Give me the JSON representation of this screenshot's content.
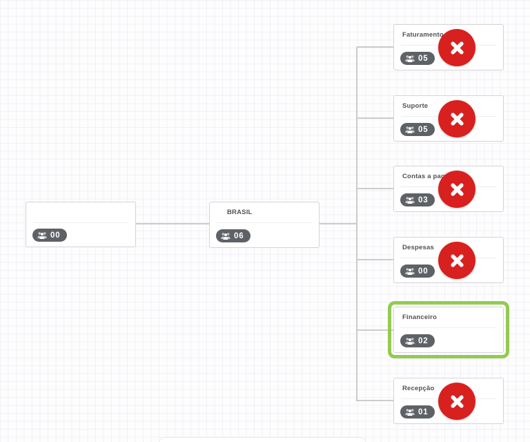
{
  "canvas": {
    "background": "#fdfdfe",
    "grid_line_color": "#f1f1f6"
  },
  "colors": {
    "node_border": "#d4d4d8",
    "badge_background": "#5e6267",
    "delete_button_red": "#d8201f",
    "selection_green": "#94ca52",
    "connector_gray": "#cccccc",
    "title_text": "#505156"
  },
  "icons": {
    "users": "users-icon",
    "delete": "close-x-icon"
  },
  "nodes": {
    "root": {
      "title": "",
      "count": "00",
      "selected": false,
      "has_delete_button": false
    },
    "brasil": {
      "title": "BRASIL",
      "count": "06",
      "selected": false,
      "has_delete_button": false
    },
    "children": [
      {
        "title": "Faturamento",
        "count": "05",
        "selected": false,
        "has_delete_button": true
      },
      {
        "title": "Suporte",
        "count": "05",
        "selected": false,
        "has_delete_button": true
      },
      {
        "title": "Contas a pagar",
        "count": "03",
        "selected": false,
        "has_delete_button": true
      },
      {
        "title": "Despesas",
        "count": "00",
        "selected": false,
        "has_delete_button": true
      },
      {
        "title": "Financeiro",
        "count": "02",
        "selected": true,
        "has_delete_button": false
      },
      {
        "title": "Recepção",
        "count": "01",
        "selected": false,
        "has_delete_button": true
      }
    ]
  }
}
